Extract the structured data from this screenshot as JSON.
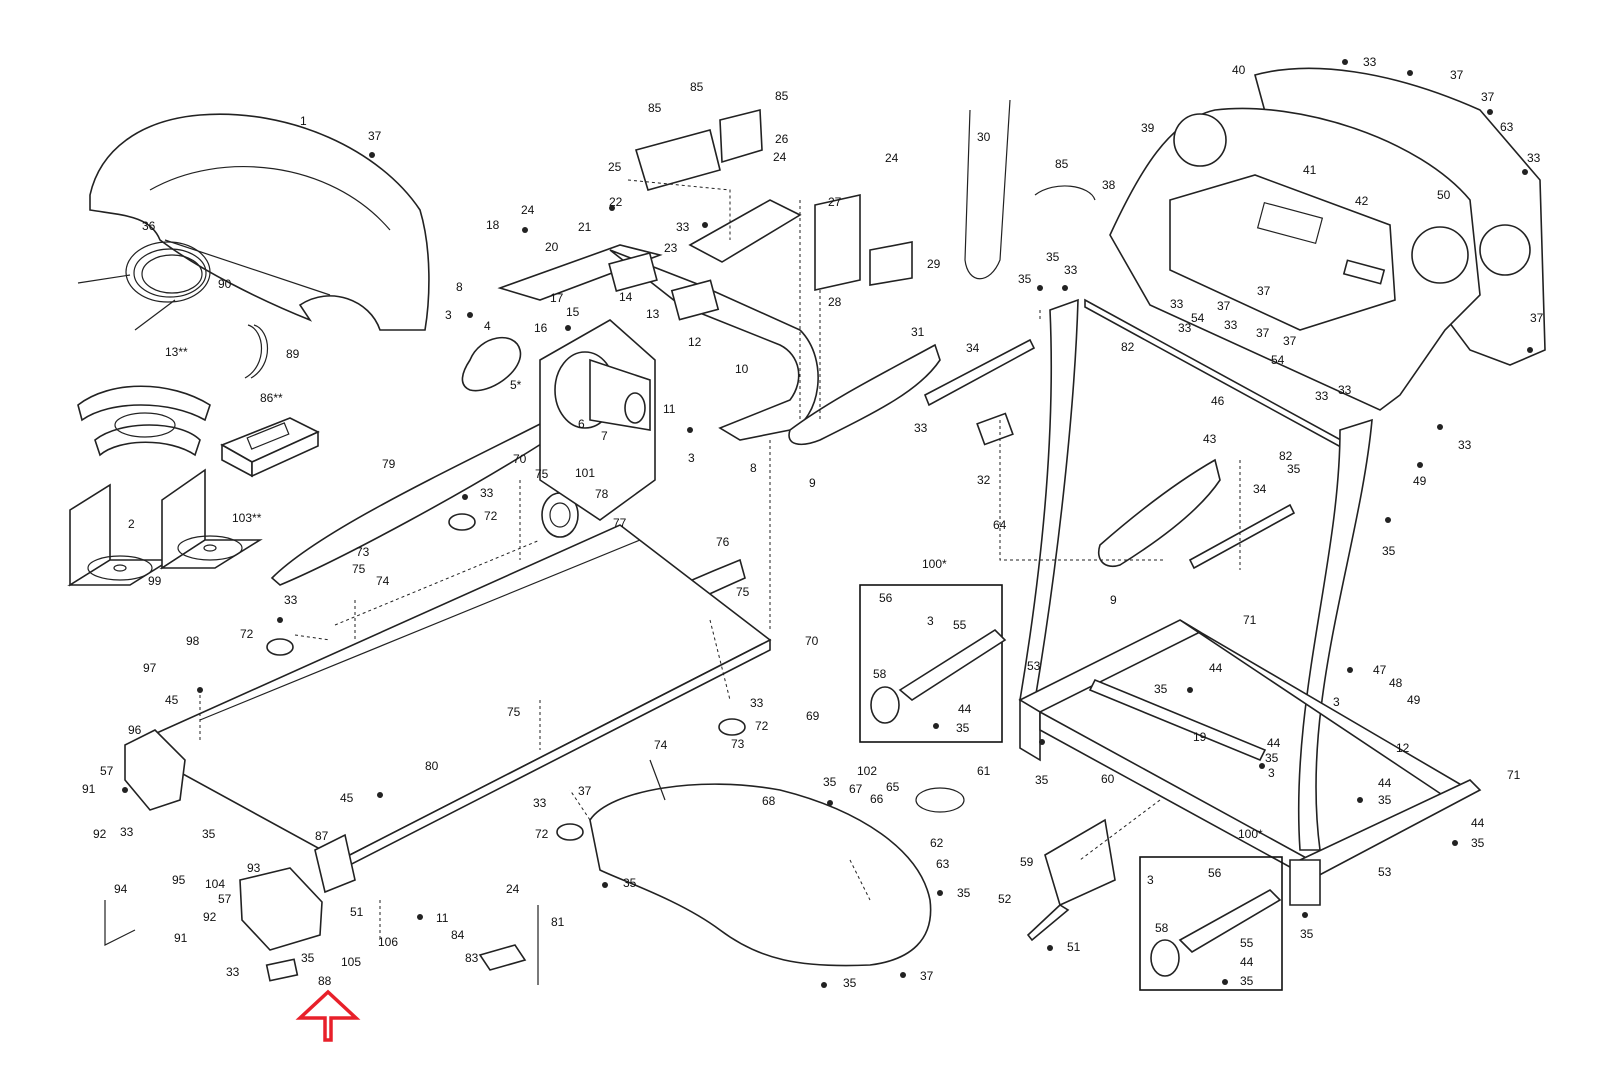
{
  "callouts": [
    {
      "id": "c1",
      "text": "1"
    },
    {
      "id": "c37a",
      "text": "37"
    },
    {
      "id": "c36",
      "text": "36"
    },
    {
      "id": "c90",
      "text": "90"
    },
    {
      "id": "c89",
      "text": "89"
    },
    {
      "id": "c13",
      "text": "13**"
    },
    {
      "id": "c86",
      "text": "86**"
    },
    {
      "id": "c2",
      "text": "2"
    },
    {
      "id": "c103",
      "text": "103**"
    },
    {
      "id": "c99",
      "text": "99"
    },
    {
      "id": "c98",
      "text": "98"
    },
    {
      "id": "c97",
      "text": "97"
    },
    {
      "id": "c45a",
      "text": "45"
    },
    {
      "id": "c96",
      "text": "96"
    },
    {
      "id": "c57a",
      "text": "57"
    },
    {
      "id": "c91a",
      "text": "91"
    },
    {
      "id": "c92a",
      "text": "92"
    },
    {
      "id": "c33a",
      "text": "33"
    },
    {
      "id": "c35a",
      "text": "35"
    },
    {
      "id": "c95",
      "text": "95"
    },
    {
      "id": "c104",
      "text": "104"
    },
    {
      "id": "c94",
      "text": "94"
    },
    {
      "id": "c93",
      "text": "93"
    },
    {
      "id": "c57b",
      "text": "57"
    },
    {
      "id": "c92b",
      "text": "92"
    },
    {
      "id": "c91b",
      "text": "91"
    },
    {
      "id": "c33b",
      "text": "33"
    },
    {
      "id": "c35b",
      "text": "35"
    },
    {
      "id": "c88",
      "text": "88"
    },
    {
      "id": "c105",
      "text": "105"
    },
    {
      "id": "c51a",
      "text": "51"
    },
    {
      "id": "c87",
      "text": "87"
    },
    {
      "id": "c45b",
      "text": "45"
    },
    {
      "id": "c80",
      "text": "80"
    },
    {
      "id": "c72a",
      "text": "72"
    },
    {
      "id": "c33c",
      "text": "33"
    },
    {
      "id": "c79",
      "text": "79"
    },
    {
      "id": "c73a",
      "text": "73"
    },
    {
      "id": "c74a",
      "text": "74"
    },
    {
      "id": "c75a",
      "text": "75"
    },
    {
      "id": "c70a",
      "text": "70"
    },
    {
      "id": "c75b",
      "text": "75"
    },
    {
      "id": "c101",
      "text": "101"
    },
    {
      "id": "c33d",
      "text": "33"
    },
    {
      "id": "c72b",
      "text": "72"
    },
    {
      "id": "c78",
      "text": "78"
    },
    {
      "id": "c77",
      "text": "77"
    },
    {
      "id": "c76",
      "text": "76"
    },
    {
      "id": "c75c",
      "text": "75"
    },
    {
      "id": "c75d",
      "text": "75"
    },
    {
      "id": "c70b",
      "text": "70"
    },
    {
      "id": "c33e",
      "text": "33"
    },
    {
      "id": "c72c",
      "text": "72"
    },
    {
      "id": "c74b",
      "text": "74"
    },
    {
      "id": "c73b",
      "text": "73"
    },
    {
      "id": "c69",
      "text": "69"
    },
    {
      "id": "c4",
      "text": "4"
    },
    {
      "id": "c18",
      "text": "18"
    },
    {
      "id": "c24a",
      "text": "24"
    },
    {
      "id": "c20",
      "text": "20"
    },
    {
      "id": "c21",
      "text": "21"
    },
    {
      "id": "c22",
      "text": "22"
    },
    {
      "id": "c8a",
      "text": "8"
    },
    {
      "id": "c3a",
      "text": "3"
    },
    {
      "id": "c17",
      "text": "17"
    },
    {
      "id": "c15",
      "text": "15"
    },
    {
      "id": "c14",
      "text": "14"
    },
    {
      "id": "c16",
      "text": "16"
    },
    {
      "id": "c13b",
      "text": "13"
    },
    {
      "id": "c5",
      "text": "5*"
    },
    {
      "id": "c6",
      "text": "6"
    },
    {
      "id": "c7",
      "text": "7"
    },
    {
      "id": "c12a",
      "text": "12"
    },
    {
      "id": "c11a",
      "text": "11"
    },
    {
      "id": "c10",
      "text": "10"
    },
    {
      "id": "c3b",
      "text": "3"
    },
    {
      "id": "c8b",
      "text": "8"
    },
    {
      "id": "c85a",
      "text": "85"
    },
    {
      "id": "c85b",
      "text": "85"
    },
    {
      "id": "c85c",
      "text": "85"
    },
    {
      "id": "c26",
      "text": "26"
    },
    {
      "id": "c25",
      "text": "25"
    },
    {
      "id": "c24b",
      "text": "24"
    },
    {
      "id": "c33f",
      "text": "33"
    },
    {
      "id": "c23",
      "text": "23"
    },
    {
      "id": "c24c",
      "text": "24"
    },
    {
      "id": "c27",
      "text": "27"
    },
    {
      "id": "c29",
      "text": "29"
    },
    {
      "id": "c28",
      "text": "28"
    },
    {
      "id": "c30",
      "text": "30"
    },
    {
      "id": "c31",
      "text": "31"
    },
    {
      "id": "c34a",
      "text": "34"
    },
    {
      "id": "c33g",
      "text": "33"
    },
    {
      "id": "c9a",
      "text": "9"
    },
    {
      "id": "c32",
      "text": "32"
    },
    {
      "id": "c85d",
      "text": "85"
    },
    {
      "id": "c37b",
      "text": "37"
    },
    {
      "id": "c33h",
      "text": "33"
    },
    {
      "id": "c35c",
      "text": "35"
    },
    {
      "id": "c40",
      "text": "40"
    },
    {
      "id": "c33i",
      "text": "33"
    },
    {
      "id": "c37c",
      "text": "37"
    },
    {
      "id": "c37d",
      "text": "37"
    },
    {
      "id": "c63a",
      "text": "63"
    },
    {
      "id": "c39",
      "text": "39"
    },
    {
      "id": "c41",
      "text": "41"
    },
    {
      "id": "c38",
      "text": "38"
    },
    {
      "id": "c42",
      "text": "42"
    },
    {
      "id": "c50",
      "text": "50"
    },
    {
      "id": "c33j",
      "text": "33"
    },
    {
      "id": "c37e",
      "text": "37"
    },
    {
      "id": "c35d",
      "text": "35"
    },
    {
      "id": "c33k",
      "text": "33"
    },
    {
      "id": "c33l",
      "text": "33"
    },
    {
      "id": "c54a",
      "text": "54"
    },
    {
      "id": "c37f",
      "text": "37"
    },
    {
      "id": "c33m",
      "text": "33"
    },
    {
      "id": "c37g",
      "text": "37"
    },
    {
      "id": "c37h",
      "text": "37"
    },
    {
      "id": "c82a",
      "text": "82"
    },
    {
      "id": "c54b",
      "text": "54"
    },
    {
      "id": "c33n",
      "text": "33"
    },
    {
      "id": "c46",
      "text": "46"
    },
    {
      "id": "c33o",
      "text": "33"
    },
    {
      "id": "c33p",
      "text": "33"
    },
    {
      "id": "c82b",
      "text": "82"
    },
    {
      "id": "c35e",
      "text": "35"
    },
    {
      "id": "c49a",
      "text": "49"
    },
    {
      "id": "c43",
      "text": "43"
    },
    {
      "id": "c34b",
      "text": "34"
    },
    {
      "id": "c35f",
      "text": "35"
    },
    {
      "id": "c64",
      "text": "64"
    },
    {
      "id": "c9b",
      "text": "9"
    },
    {
      "id": "c71a",
      "text": "71"
    },
    {
      "id": "c100a",
      "text": "100*"
    },
    {
      "id": "c56a",
      "text": "56"
    },
    {
      "id": "c3c",
      "text": "3"
    },
    {
      "id": "c55a",
      "text": "55"
    },
    {
      "id": "c58a",
      "text": "58"
    },
    {
      "id": "c44a",
      "text": "44"
    },
    {
      "id": "c35g",
      "text": "35"
    },
    {
      "id": "c53a",
      "text": "53"
    },
    {
      "id": "c44b",
      "text": "44"
    },
    {
      "id": "c35h",
      "text": "35"
    },
    {
      "id": "c47",
      "text": "47"
    },
    {
      "id": "c48",
      "text": "48"
    },
    {
      "id": "c49b",
      "text": "49"
    },
    {
      "id": "c3d",
      "text": "3"
    },
    {
      "id": "c19",
      "text": "19"
    },
    {
      "id": "c44c",
      "text": "44"
    },
    {
      "id": "c35i",
      "text": "35"
    },
    {
      "id": "c3e",
      "text": "3"
    },
    {
      "id": "c12b",
      "text": "12"
    },
    {
      "id": "c71b",
      "text": "71"
    },
    {
      "id": "c44d",
      "text": "44"
    },
    {
      "id": "c35j",
      "text": "35"
    },
    {
      "id": "c44e",
      "text": "44"
    },
    {
      "id": "c35k",
      "text": "35"
    },
    {
      "id": "c35l",
      "text": "35"
    },
    {
      "id": "c53b",
      "text": "53"
    },
    {
      "id": "c35m",
      "text": "35"
    },
    {
      "id": "c60",
      "text": "60"
    },
    {
      "id": "c59",
      "text": "59"
    },
    {
      "id": "c52",
      "text": "52"
    },
    {
      "id": "c51b",
      "text": "51"
    },
    {
      "id": "c100b",
      "text": "100*"
    },
    {
      "id": "c3f",
      "text": "3"
    },
    {
      "id": "c56b",
      "text": "56"
    },
    {
      "id": "c55b",
      "text": "55"
    },
    {
      "id": "c58b",
      "text": "58"
    },
    {
      "id": "c44f",
      "text": "44"
    },
    {
      "id": "c35n",
      "text": "35"
    },
    {
      "id": "c61",
      "text": "61"
    },
    {
      "id": "c102",
      "text": "102"
    },
    {
      "id": "c35o",
      "text": "35"
    },
    {
      "id": "c67",
      "text": "67"
    },
    {
      "id": "c66",
      "text": "66"
    },
    {
      "id": "c65",
      "text": "65"
    },
    {
      "id": "c68",
      "text": "68"
    },
    {
      "id": "c62",
      "text": "62"
    },
    {
      "id": "c63b",
      "text": "63"
    },
    {
      "id": "c35p",
      "text": "35"
    },
    {
      "id": "c37i",
      "text": "37"
    },
    {
      "id": "c33q",
      "text": "33"
    },
    {
      "id": "c72d",
      "text": "72"
    },
    {
      "id": "c35q",
      "text": "35"
    },
    {
      "id": "c37j",
      "text": "37"
    },
    {
      "id": "c35r",
      "text": "35"
    },
    {
      "id": "c11b",
      "text": "11"
    },
    {
      "id": "c106",
      "text": "106"
    },
    {
      "id": "c84",
      "text": "84"
    },
    {
      "id": "c24d",
      "text": "24"
    },
    {
      "id": "c83",
      "text": "83"
    },
    {
      "id": "c81",
      "text": "81"
    }
  ],
  "highlight": {
    "color": "#e8202a",
    "icon": "arrow-up-outline"
  },
  "colors": {
    "line": "#222222",
    "background": "#ffffff"
  }
}
